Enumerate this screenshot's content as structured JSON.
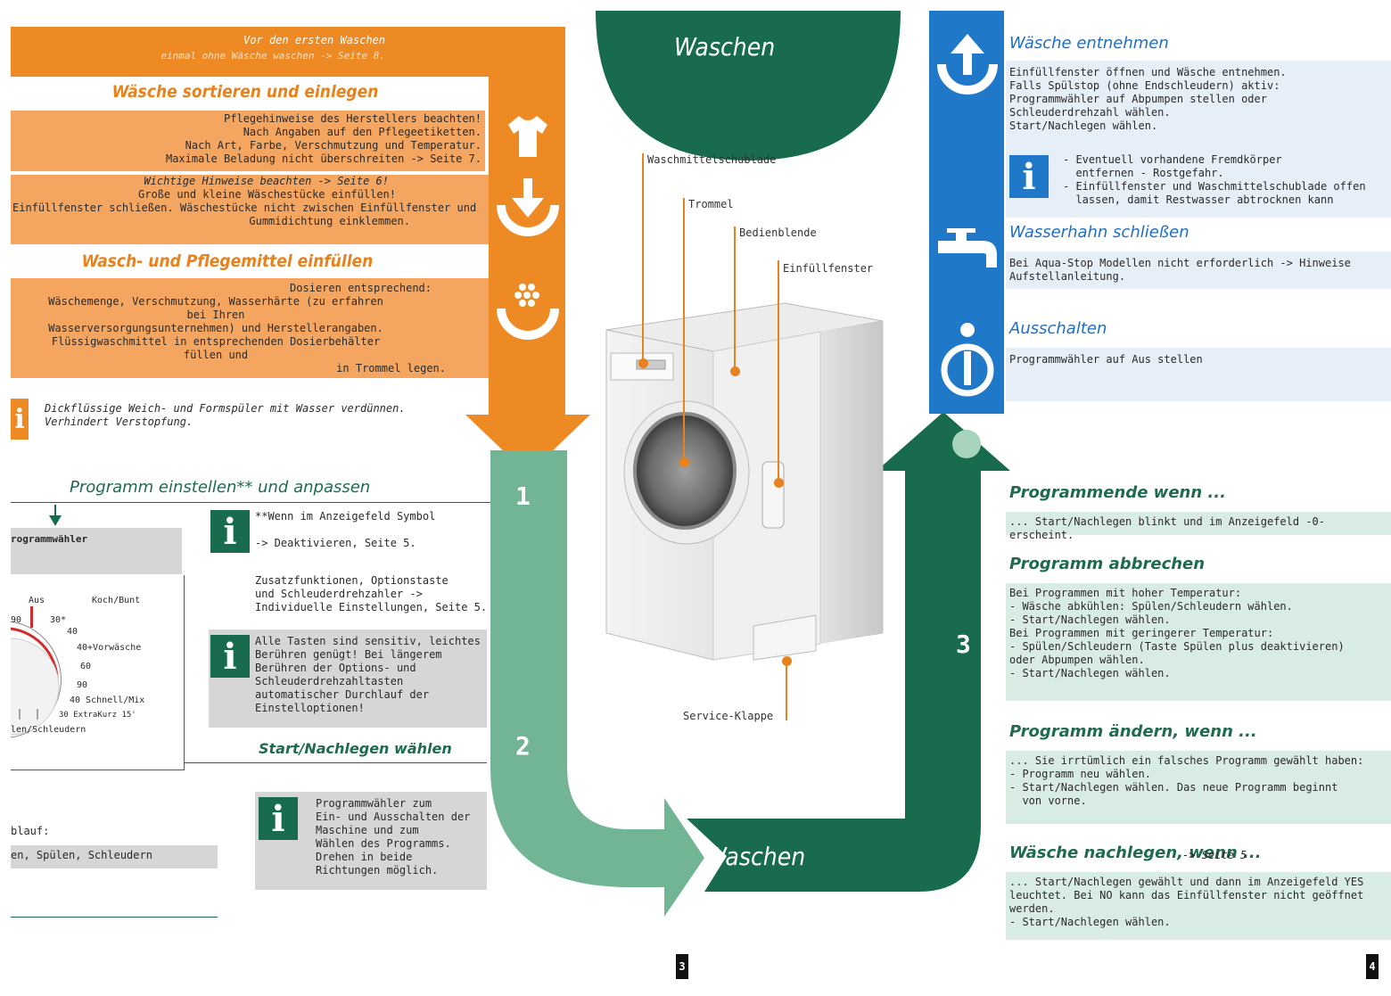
{
  "colors": {
    "orange": "#ee8a23",
    "light_orange": "#f4a660",
    "teal_light": "#72b594",
    "teal_dark": "#196b4d",
    "blue": "#1f78c8",
    "light_blue": "#e6eef8",
    "light_green": "#d9ece3",
    "grey": "#d6d6d6"
  },
  "left": {
    "banner_title": "Vor den ersten Waschen",
    "banner_sub": "einmal ohne Wäsche waschen -> Seite 8.",
    "sort_heading": "Wäsche sortieren und einlegen",
    "sort_box1": "Pflegehinweise des Herstellers beachten!\nNach Angaben auf den Pflegeetiketten.\nNach Art, Farbe, Verschmutzung und Temperatur.\nMaximale Beladung nicht überschreiten -> Seite 7.",
    "sort_box2_note": "Wichtige Hinweise beachten -> Seite 6!",
    "sort_box2_right": "Große und kleine Wäschestücke einfüllen!",
    "sort_box2_wide": "Einfüllfenster schließen. Wäschestücke nicht zwischen Einfüllfenster und",
    "sort_box2_end": "Gummidichtung einklemmen.",
    "detergent_heading": "Wasch- und Pflegemittel einfüllen",
    "detergent_line1": "Dosieren entsprechend:",
    "detergent_line2": "Wäschemenge, Verschmutzung, Wasserhärte (zu erfahren bei Ihren\nWasserversorgungsunternehmen) und Herstellerangaben.\nFlüssigwaschmittel in entsprechenden Dosierbehälter füllen und",
    "detergent_line3": "in Trommel legen.",
    "info_tip": "Dickflüssige Weich- und Formspüler mit Wasser verdünnen.\nVerhindert Verstopfung.",
    "program_heading": "Programm einstellen** und anpassen",
    "selector_label": "rogrammwähler",
    "dial_labels": [
      "Aus",
      "Koch/Bunt",
      "30*",
      "40",
      "40+Vorwäsche",
      "60",
      "90",
      "40 Schnell/Mix",
      "30 ExtraKurz 15'",
      "len/Schleudern",
      "90"
    ],
    "info1_lines": "**Wenn im Anzeigefeld Symbol\n\n-> Deaktivieren, Seite 5.",
    "extras": "Zusatzfunktionen, Optionstaste\nund Schleuderdrehzahler ->\nIndividuelle Einstellungen, Seite 5.",
    "info2": "Alle Tasten sind sensitiv, leichtes\nBerühren genügt! Bei längerem\nBerühren der Options- und\nSchleuderdrehzahltasten\nautomatischer Durchlauf der\nEinstelloptionen!",
    "start_heading": "Start/Nachlegen wählen",
    "info3": "Programmwähler zum\nEin- und Ausschalten der\nMaschine und zum\nWählen des Programms.\nDrehen in beide\nRichtungen möglich.",
    "ablauf": "blauf:",
    "ablauf_row": "en, Spülen, Schleudern"
  },
  "center": {
    "top_title": "Waschen",
    "bottom_title": "Waschen",
    "step1": "1",
    "step2": "2",
    "step3": "3",
    "labels": {
      "drawer": "Waschmittelschublade",
      "drum": "Trommel",
      "panel": "Bedienblende",
      "door": "Einfüllfenster",
      "service": "Service-Klappe"
    }
  },
  "right": {
    "remove_heading": "Wäsche entnehmen",
    "remove_text": "Einfüllfenster öffnen und Wäsche entnehmen.\nFalls Spülstop (ohne Endschleudern) aktiv:\nProgrammwähler auf Abpumpen stellen oder\nSchleuderdrehzahl wählen.\nStart/Nachlegen wählen.",
    "remove_info": "- Eventuell vorhandene Fremdkörper\n  entfernen - Rostgefahr.\n- Einfüllfenster und Waschmittelschublade offen\n  lassen, damit Restwasser abtrocknen kann",
    "tap_heading": "Wasserhahn schließen",
    "tap_text": "Bei Aqua-Stop Modellen nicht erforderlich -> Hinweise\nAufstellanleitung.",
    "off_heading": "Ausschalten",
    "off_text": "Programmwähler auf Aus stellen",
    "end_heading": "Programmende wenn ...",
    "end_text": "... Start/Nachlegen blinkt und im Anzeigefeld -0- erscheint.",
    "cancel_heading": "Programm abbrechen",
    "cancel_text": "Bei Programmen mit hoher Temperatur:\n- Wäsche abkühlen: Spülen/Schleudern wählen.\n- Start/Nachlegen wählen.\nBei Programmen mit geringerer Temperatur:\n- Spülen/Schleudern (Taste Spülen plus deaktivieren)\n  oder Abpumpen wählen.\n- Start/Nachlegen wählen.",
    "change_heading": "Programm ändern, wenn ...",
    "change_text": "... Sie irrtümlich ein falsches Programm gewählt haben:\n- Programm neu wählen.\n- Start/Nachlegen wählen. Das neue Programm beginnt\n  von vorne.",
    "reload_heading": "Wäsche nachlegen, wenn ...",
    "reload_ref": "-> Seite 5",
    "reload_text": "... Start/Nachlegen gewählt und dann im Anzeigefeld YES\nleuchtet. Bei NO kann das Einfüllfenster nicht geöffnet\nwerden.\n- Start/Nachlegen wählen."
  },
  "pages": {
    "left": "3",
    "right": "4"
  }
}
